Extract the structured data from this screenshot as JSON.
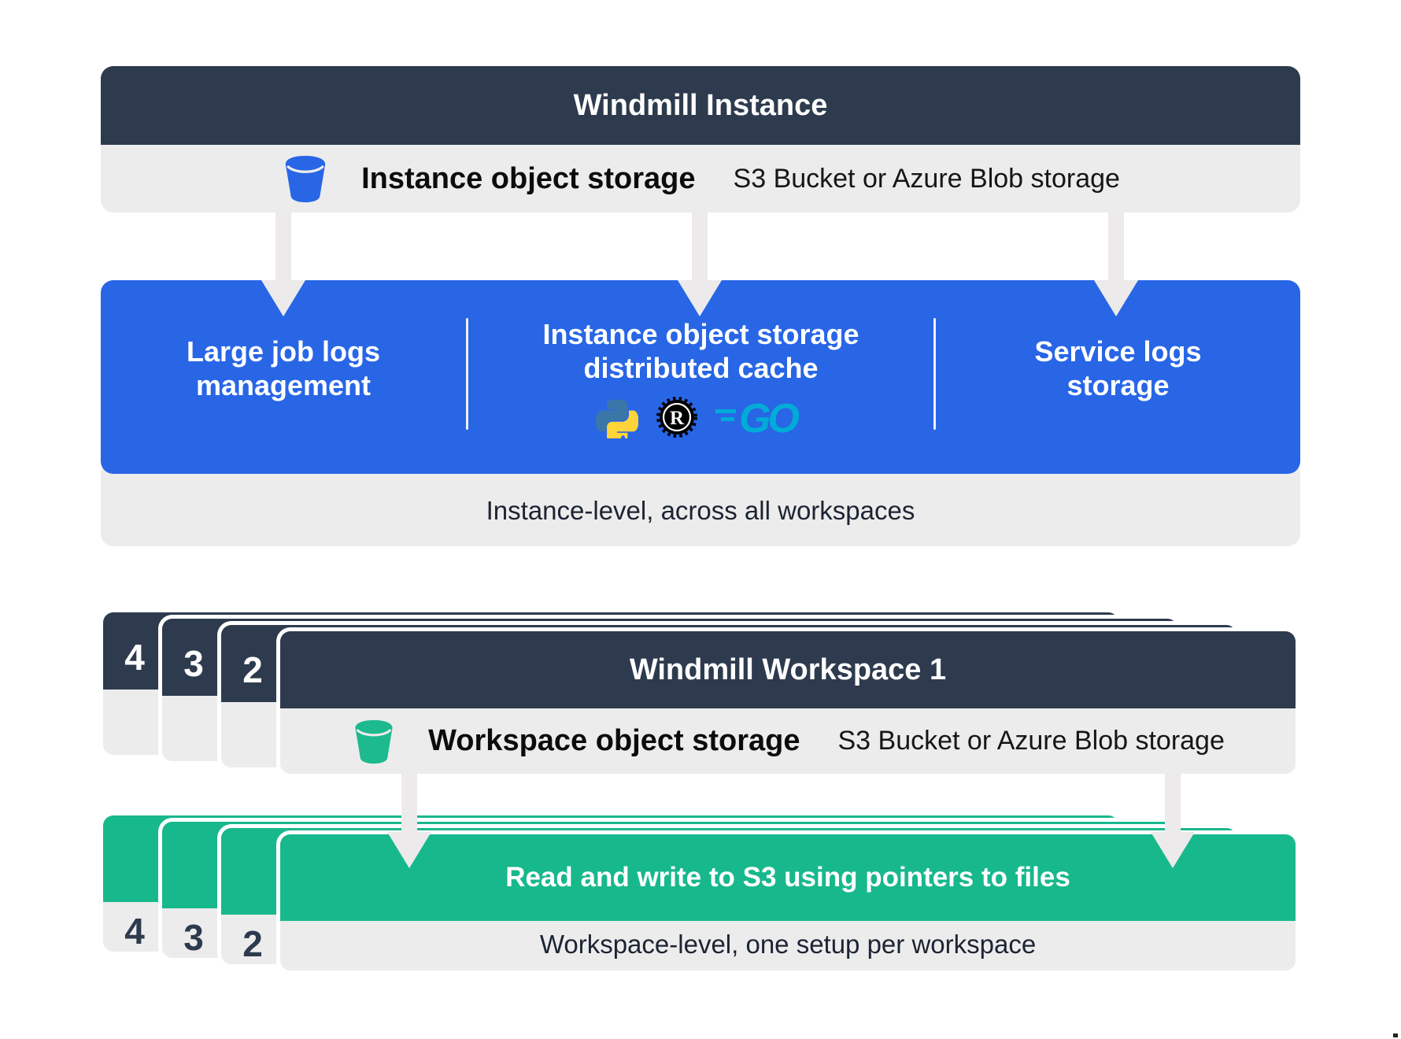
{
  "colors": {
    "dark_slate": "#2e3b4e",
    "blue": "#2866e6",
    "green": "#18b88d",
    "light_gray": "#edecec",
    "python_blue": "#3a76a8",
    "python_yellow": "#ffd43b",
    "rust_black": "#000000",
    "go_cyan": "#00acd7"
  },
  "instance": {
    "title": "Windmill Instance",
    "storage_label": "Instance object storage",
    "storage_sub": "S3 Bucket or Azure Blob storage",
    "features": [
      "Large job logs\nmanagement",
      "Instance object storage\ndistributed cache",
      "Service logs\nstorage"
    ],
    "language_icons": [
      "python-icon",
      "rust-icon",
      "go-icon"
    ],
    "footer": "Instance-level, across all workspaces"
  },
  "workspace": {
    "title": "Windmill Workspace 1",
    "stack_numbers": [
      "4",
      "3",
      "2"
    ],
    "storage_label": "Workspace object storage",
    "storage_sub": "S3 Bucket or Azure Blob storage",
    "action": "Read and write to S3 using pointers to files",
    "footer": "Workspace-level, one setup per workspace"
  }
}
